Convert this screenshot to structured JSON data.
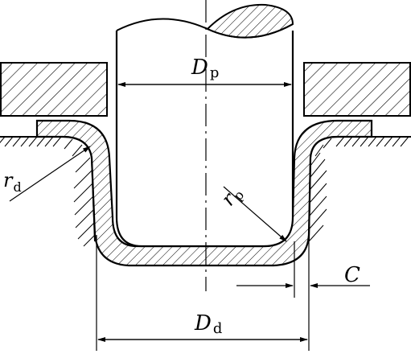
{
  "labels": {
    "punch_diameter": {
      "main": "D",
      "sub": "p"
    },
    "die_diameter": {
      "main": "D",
      "sub": "d"
    },
    "punch_radius": {
      "main": "r",
      "sub": "p"
    },
    "die_radius": {
      "main": "r",
      "sub": "d"
    },
    "clearance": {
      "main": "C"
    }
  },
  "colors": {
    "ink": "#000000",
    "paper": "#ffffff"
  }
}
